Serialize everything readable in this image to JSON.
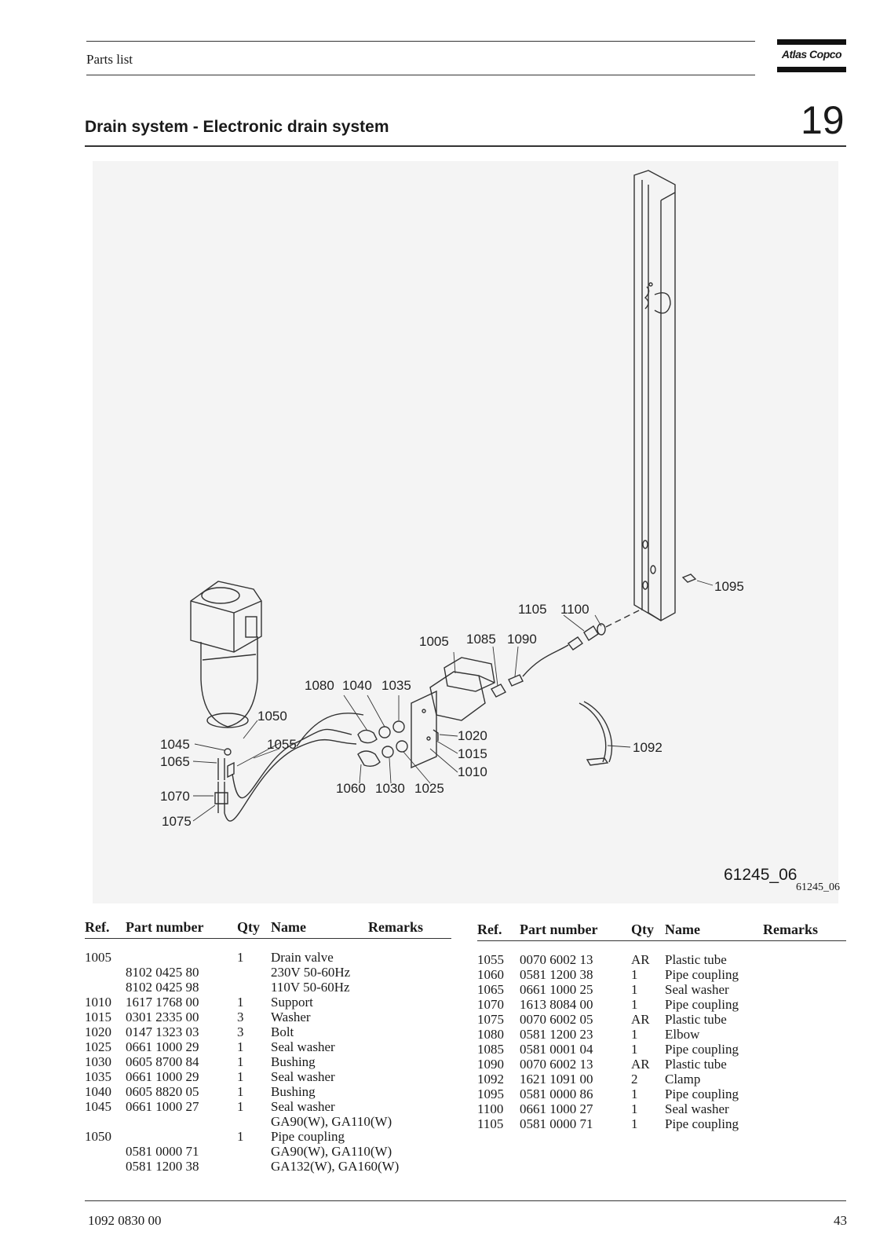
{
  "header": {
    "section": "Parts list",
    "brand": "Atlas Copco",
    "title": "Drain system - Electronic drain system",
    "chapter": "19"
  },
  "drawing": {
    "figure_id": "61245_06",
    "figure_id_small": "61245_06",
    "callouts": [
      "1005",
      "1010",
      "1015",
      "1020",
      "1025",
      "1030",
      "1035",
      "1040",
      "1045",
      "1050",
      "1055",
      "1060",
      "1065",
      "1070",
      "1075",
      "1080",
      "1085",
      "1090",
      "1092",
      "1095",
      "1100",
      "1105"
    ]
  },
  "columns": {
    "ref": "Ref.",
    "part": "Part number",
    "qty": "Qty",
    "name": "Name",
    "remarks": "Remarks"
  },
  "left_rows": [
    {
      "ref": "1005",
      "part": "",
      "qty": "1",
      "name": "Drain valve"
    },
    {
      "ref": "",
      "part": "8102 0425 80",
      "qty": "",
      "name": "230V 50-60Hz"
    },
    {
      "ref": "",
      "part": "8102 0425 98",
      "qty": "",
      "name": "110V 50-60Hz"
    },
    {
      "ref": "1010",
      "part": "1617 1768 00",
      "qty": "1",
      "name": "Support"
    },
    {
      "ref": "1015",
      "part": "0301 2335 00",
      "qty": "3",
      "name": "Washer"
    },
    {
      "ref": "1020",
      "part": "0147 1323 03",
      "qty": "3",
      "name": "Bolt"
    },
    {
      "ref": "1025",
      "part": "0661 1000 29",
      "qty": "1",
      "name": "Seal washer"
    },
    {
      "ref": "1030",
      "part": "0605 8700 84",
      "qty": "1",
      "name": "Bushing"
    },
    {
      "ref": "1035",
      "part": "0661 1000 29",
      "qty": "1",
      "name": "Seal washer"
    },
    {
      "ref": "1040",
      "part": "0605 8820 05",
      "qty": "1",
      "name": "Bushing"
    },
    {
      "ref": "1045",
      "part": "0661 1000 27",
      "qty": "1",
      "name": "Seal washer"
    },
    {
      "ref": "",
      "part": "",
      "qty": "",
      "name": "GA90(W), GA110(W)"
    },
    {
      "ref": "1050",
      "part": "",
      "qty": "1",
      "name": "Pipe coupling"
    },
    {
      "ref": "",
      "part": "0581 0000 71",
      "qty": "",
      "name": "GA90(W), GA110(W)"
    },
    {
      "ref": "",
      "part": "0581 1200 38",
      "qty": "",
      "name": "GA132(W), GA160(W)"
    }
  ],
  "right_rows": [
    {
      "ref": "1055",
      "part": "0070 6002 13",
      "qty": "AR",
      "name": "Plastic tube"
    },
    {
      "ref": "1060",
      "part": "0581 1200 38",
      "qty": "1",
      "name": "Pipe coupling"
    },
    {
      "ref": "1065",
      "part": "0661 1000 25",
      "qty": "1",
      "name": "Seal washer"
    },
    {
      "ref": "1070",
      "part": "1613 8084 00",
      "qty": "1",
      "name": "Pipe coupling"
    },
    {
      "ref": "1075",
      "part": "0070 6002 05",
      "qty": "AR",
      "name": "Plastic tube"
    },
    {
      "ref": "1080",
      "part": "0581 1200 23",
      "qty": "1",
      "name": "Elbow"
    },
    {
      "ref": "1085",
      "part": "0581 0001 04",
      "qty": "1",
      "name": "Pipe coupling"
    },
    {
      "ref": "1090",
      "part": "0070 6002 13",
      "qty": "AR",
      "name": "Plastic tube"
    },
    {
      "ref": "1092",
      "part": "1621 1091 00",
      "qty": "2",
      "name": "Clamp"
    },
    {
      "ref": "1095",
      "part": "0581 0000 86",
      "qty": "1",
      "name": "Pipe coupling"
    },
    {
      "ref": "1100",
      "part": "0661 1000 27",
      "qty": "1",
      "name": "Seal washer"
    },
    {
      "ref": "1105",
      "part": "0581 0000 71",
      "qty": "1",
      "name": "Pipe coupling"
    }
  ],
  "footer": {
    "doc_number": "1092 0830 00",
    "page": "43"
  }
}
